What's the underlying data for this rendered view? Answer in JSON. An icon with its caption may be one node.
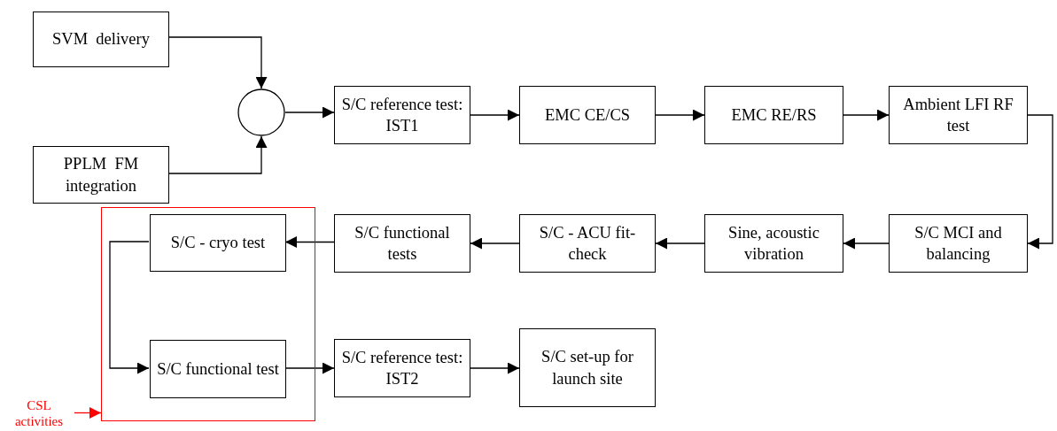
{
  "diagram": {
    "nodes": [
      {
        "text": [
          "SVM  delivery"
        ]
      },
      {
        "text": [
          "PPLM  FM integration"
        ]
      },
      {
        "text": [],
        "shape": "circle"
      },
      {
        "text": [
          "S/C reference test: IST1"
        ]
      },
      {
        "text": [
          "EMC CE/CS"
        ]
      },
      {
        "text": [
          "EMC RE/RS"
        ]
      },
      {
        "text": [
          "Ambient LFI RF test"
        ]
      },
      {
        "text": [
          "S/C MCI and balancing"
        ]
      },
      {
        "text": [
          "Sine, acoustic vibration"
        ]
      },
      {
        "text": [
          "S/C - ACU fit-check"
        ]
      },
      {
        "text": [
          "S/C functional tests"
        ]
      },
      {
        "text": [],
        "shape": "box"
      },
      {
        "text": [
          "S/C - cryo test"
        ],
        "in": 11
      },
      {
        "text": [
          "S/C functional test"
        ],
        "in": 11
      },
      {
        "text": [
          "S/C reference test: IST2"
        ]
      },
      {
        "text": [
          "S/C set-up for launch site"
        ]
      },
      {
        "text": [
          "CSL activities"
        ]
      }
    ],
    "edges": [
      {
        "from": 0,
        "to": 2,
        "arrow": "to"
      },
      {
        "from": 1,
        "to": 2,
        "arrow": "to"
      },
      {
        "from": 2,
        "to": 3,
        "arrow": "to"
      },
      {
        "from": 3,
        "to": 4,
        "arrow": "to"
      },
      {
        "from": 4,
        "to": 5,
        "arrow": "to"
      },
      {
        "from": 5,
        "to": 6,
        "arrow": "to"
      },
      {
        "from": 6,
        "to": 7,
        "arrow": "to"
      },
      {
        "from": 7,
        "to": 8,
        "arrow": "to"
      },
      {
        "from": 8,
        "to": 9,
        "arrow": "to"
      },
      {
        "from": 9,
        "to": 10,
        "arrow": "to"
      },
      {
        "from": 10,
        "to": 12,
        "arrow": "to"
      },
      {
        "from": 12,
        "to": 13,
        "arrow": "to"
      },
      {
        "from": 13,
        "to": 14,
        "arrow": "to"
      },
      {
        "from": 14,
        "to": 15,
        "arrow": "to"
      },
      {
        "from": 16,
        "to": 11,
        "arrow": "to",
        "color": "#ff0000"
      }
    ]
  }
}
